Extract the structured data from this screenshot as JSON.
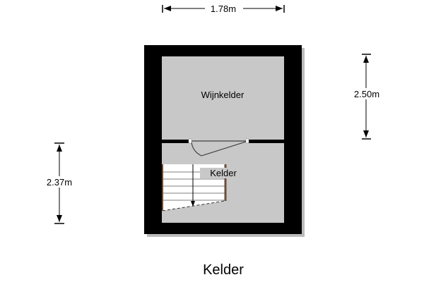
{
  "floor_title": "Kelder",
  "rooms": {
    "wijnkelder": "Wijnkelder",
    "kelder": "Kelder"
  },
  "dimensions": {
    "width": "1.78m",
    "wijnkelder_depth": "2.50m",
    "kelder_depth": "2.37m"
  },
  "colors": {
    "wall": "#000000",
    "floor": "#c8c8c8",
    "stairs": "#ffffff",
    "stair_rail": "#6b4f3a"
  }
}
